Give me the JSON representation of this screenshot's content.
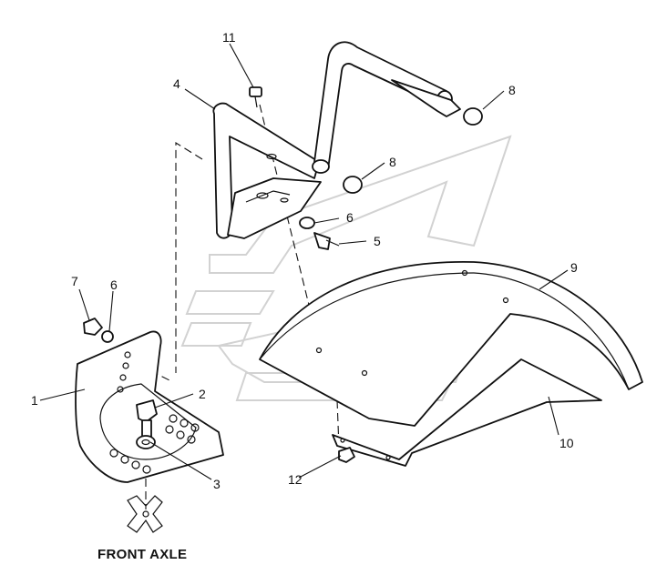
{
  "labels": {
    "p1": "1",
    "p2": "2",
    "p3": "3",
    "p4": "4",
    "p5": "5",
    "p6a": "6",
    "p6b": "6",
    "p7": "7",
    "p8a": "8",
    "p8b": "8",
    "p9": "9",
    "p10": "10",
    "p11": "11",
    "p12": "12"
  },
  "caption": "FRONT AXLE"
}
